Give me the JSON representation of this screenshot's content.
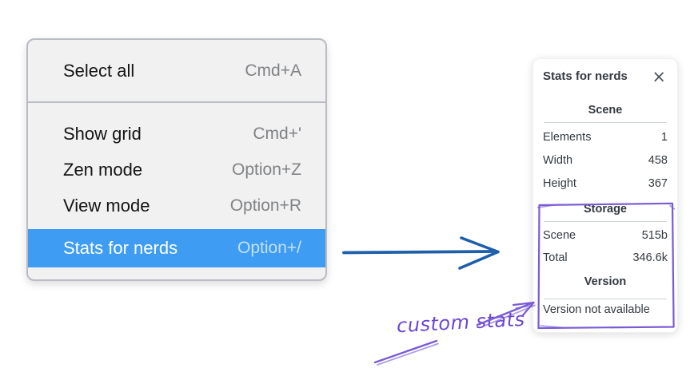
{
  "context_menu": {
    "items": [
      {
        "label": "Select all",
        "shortcut": "Cmd+A",
        "highlighted": false
      },
      {
        "label": "Show grid",
        "shortcut": "Cmd+'",
        "highlighted": false
      },
      {
        "label": "Zen mode",
        "shortcut": "Option+Z",
        "highlighted": false
      },
      {
        "label": "View mode",
        "shortcut": "Option+R",
        "highlighted": false
      },
      {
        "label": "Stats for nerds",
        "shortcut": "Option+/",
        "highlighted": true
      }
    ]
  },
  "stats_panel": {
    "title": "Stats for nerds",
    "close_icon": "×",
    "scene_section": {
      "heading": "Scene",
      "rows": [
        {
          "label": "Elements",
          "value": "1"
        },
        {
          "label": "Width",
          "value": "458"
        },
        {
          "label": "Height",
          "value": "367"
        }
      ]
    },
    "storage_section": {
      "heading": "Storage",
      "rows": [
        {
          "label": "Scene",
          "value": "515b"
        },
        {
          "label": "Total",
          "value": "346.6k"
        }
      ]
    },
    "version_section": {
      "heading": "Version",
      "note": "Version not available"
    }
  },
  "annotation": {
    "label": "custom stats"
  },
  "colors": {
    "menu_highlight": "#3e9cf3",
    "menu_background": "#f1f1f2",
    "arrow_blue": "#1d5fa9",
    "annotation_purple": "#6b46d6",
    "panel_text": "#343a40"
  }
}
